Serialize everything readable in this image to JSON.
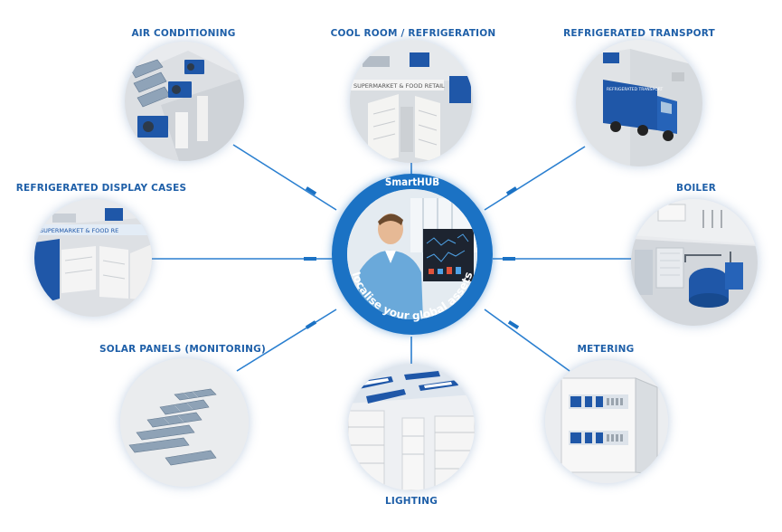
{
  "hub": {
    "title": "SmartHUB",
    "tagline": "localise your global assets"
  },
  "nodes": [
    {
      "id": "air-conditioning",
      "label": "AIR CONDITIONING"
    },
    {
      "id": "cool-room",
      "label": "COOL ROOM / REFRIGERATION",
      "sign": "SUPERMARKET & FOOD RETAIL"
    },
    {
      "id": "refrigerated-transport",
      "label": "REFRIGERATED TRANSPORT",
      "truck_text": "REFRIGERATED TRANSPORT"
    },
    {
      "id": "refrigerated-display-cases",
      "label": "REFRIGERATED DISPLAY CASES",
      "sign": "SUPERMARKET & FOOD RE"
    },
    {
      "id": "boiler",
      "label": "BOILER"
    },
    {
      "id": "solar-panels",
      "label": "SOLAR PANELS (MONITORING)"
    },
    {
      "id": "lighting",
      "label": "LIGHTING"
    },
    {
      "id": "metering",
      "label": "METERING"
    }
  ],
  "colors": {
    "brand_blue": "#1b72c4",
    "label_blue": "#1e5fa8",
    "connector": "#2a7fd0"
  }
}
